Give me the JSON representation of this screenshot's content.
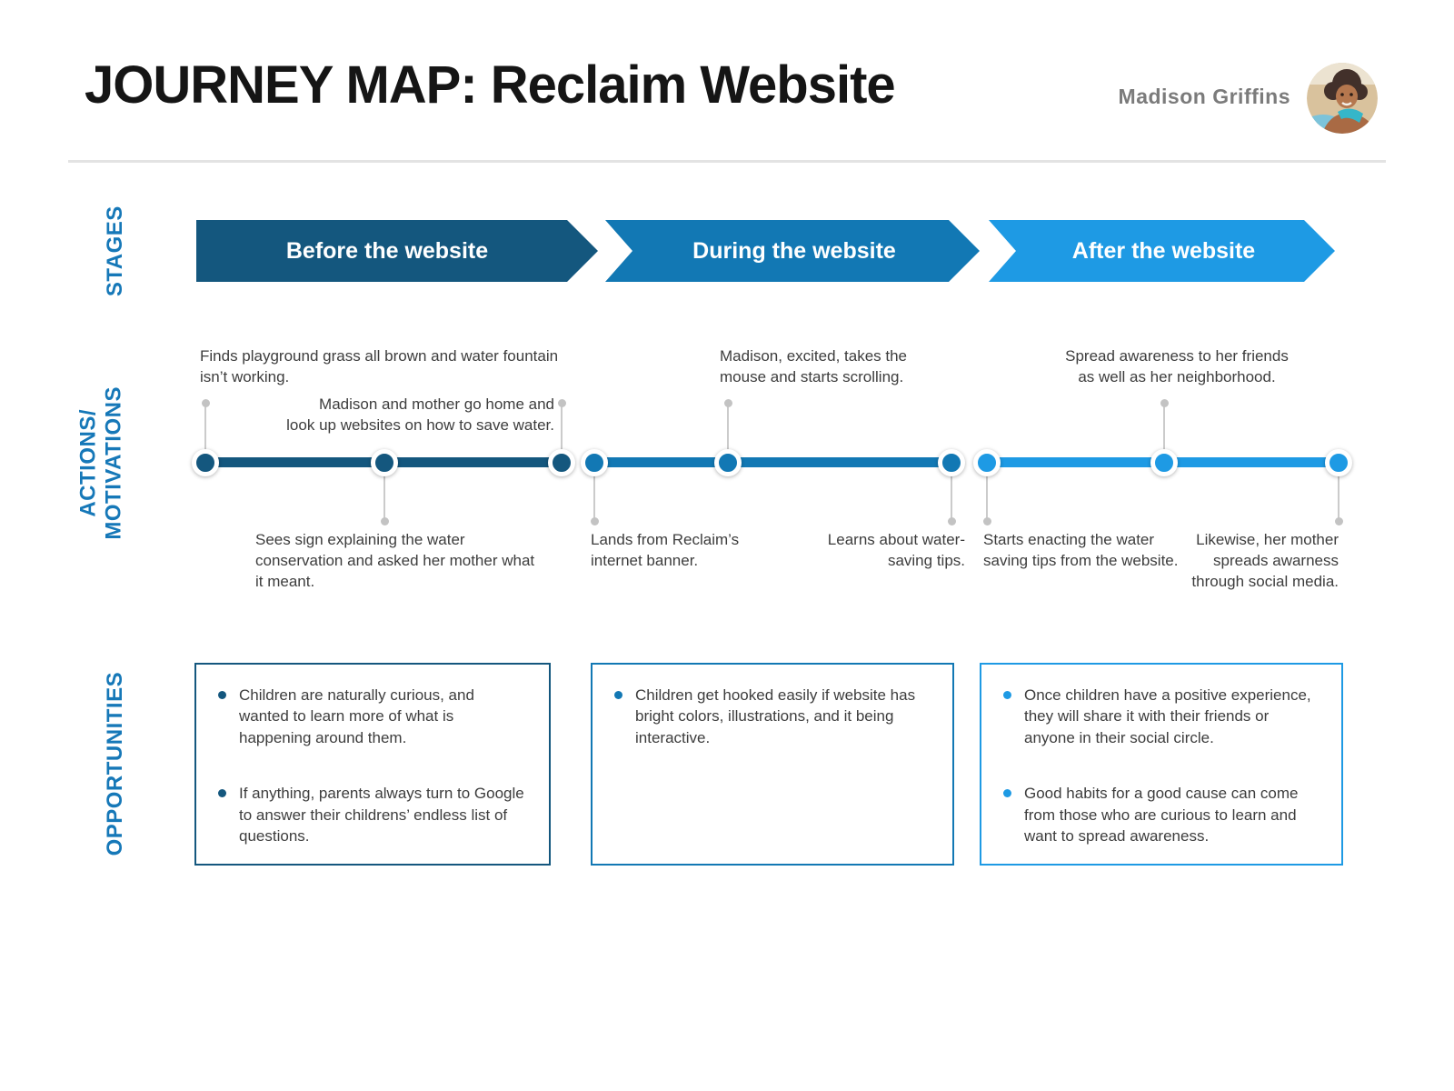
{
  "header": {
    "title": "JOURNEY MAP: Reclaim Website",
    "author": "Madison Griffins"
  },
  "row_labels": {
    "stages": "STAGES",
    "actions_line1": "ACTIONS/",
    "actions_line2": "MOTIVATIONS",
    "opportunities": "OPPORTUNITIES"
  },
  "colors": {
    "stage_before": "#14577e",
    "stage_during": "#1278b4",
    "stage_after": "#1e9ae4",
    "label_blue": "#1678b8"
  },
  "stages": [
    {
      "label": "Before the website"
    },
    {
      "label": "During the website"
    },
    {
      "label": "After the website"
    }
  ],
  "timeline": {
    "annotations": [
      {
        "position": "above",
        "text": "Finds playground grass all brown and water fountain\nisn’t working."
      },
      {
        "position": "below",
        "text": "Sees sign explaining the water\nconservation and asked her mother what\nit meant."
      },
      {
        "position": "above",
        "text": "Madison and mother go home and\nlook up websites on how to save water."
      },
      {
        "position": "below",
        "text": "Lands from Reclaim’s\ninternet banner."
      },
      {
        "position": "above",
        "text": "Madison, excited, takes the\nmouse and starts scrolling."
      },
      {
        "position": "below",
        "text": "Learns about water-\nsaving tips."
      },
      {
        "position": "below",
        "text": "Starts enacting the water\nsaving tips from the website."
      },
      {
        "position": "above",
        "text": "Spread awareness to her friends\nas well as her neighborhood."
      },
      {
        "position": "below",
        "text": "Likewise, her mother\nspreads awarness\nthrough social media."
      }
    ]
  },
  "opportunities": [
    {
      "items": [
        "Children are naturally curious, and wanted to learn more of what is happening around them.",
        "If anything, parents always turn to Google to answer their childrens’ endless list of questions."
      ]
    },
    {
      "items": [
        "Children get hooked easily if website has bright colors, illustrations, and it being interactive."
      ]
    },
    {
      "items": [
        "Once children have a positive experience, they will share it with their friends or anyone in their social circle.",
        "Good habits for a good cause can come from those who are curious to learn and want to spread awareness."
      ]
    }
  ]
}
